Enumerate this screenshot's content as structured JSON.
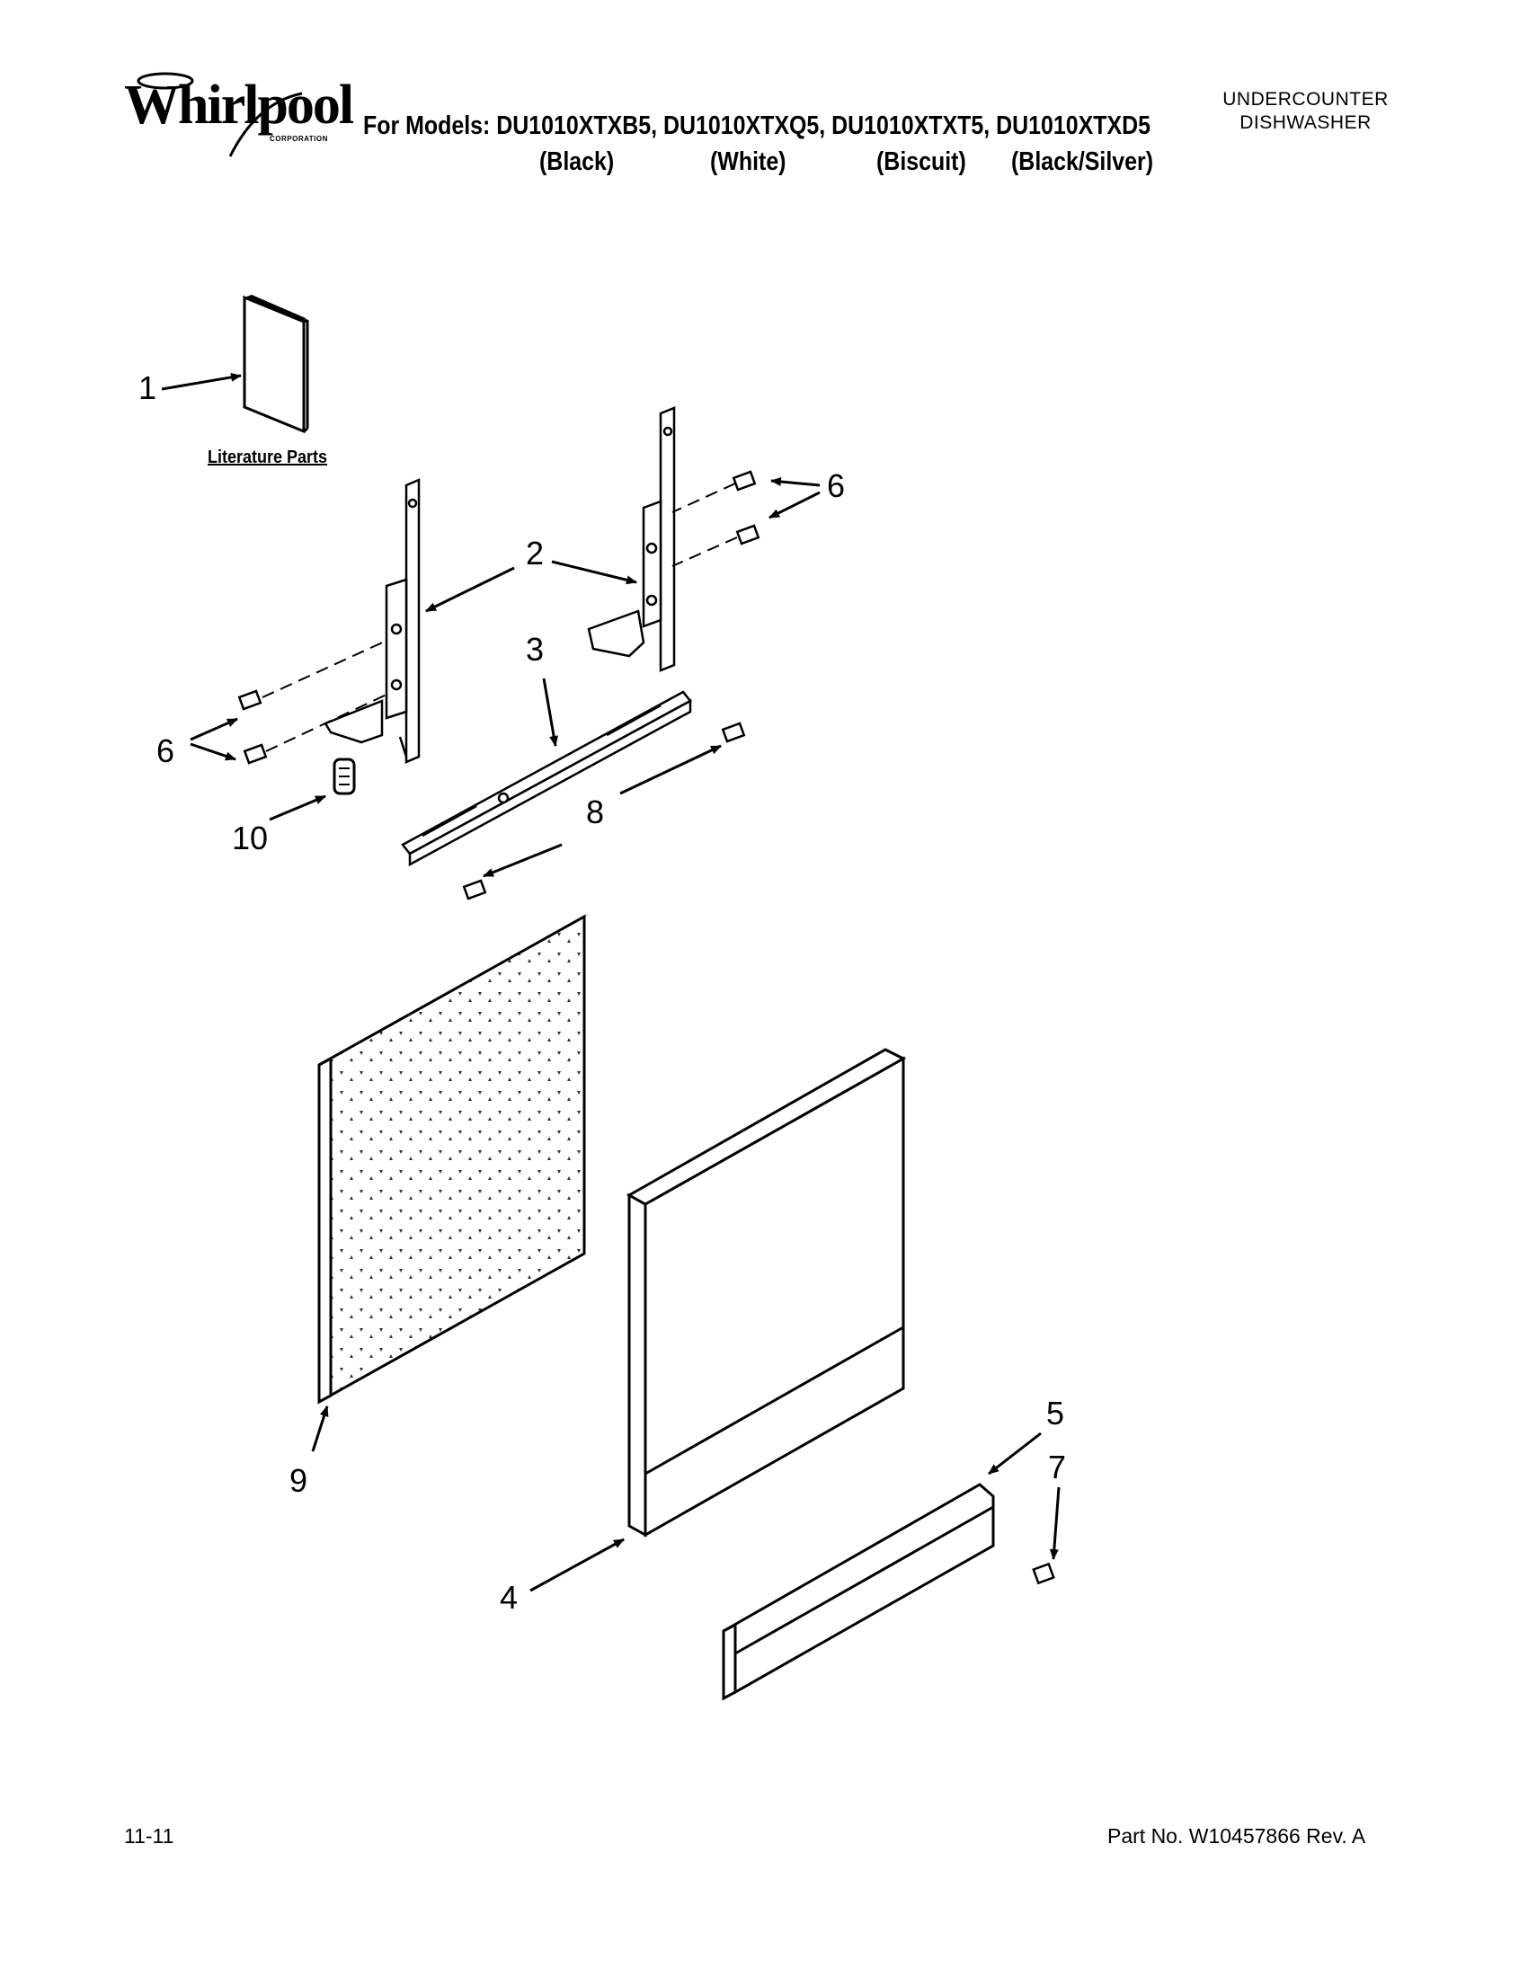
{
  "header": {
    "brand": "Whirlpool",
    "brand_sub": "CORPORATION",
    "models_line": "For Models: DU1010XTXB5, DU1010XTXQ5, DU1010XTXT5, DU1010XTXD5",
    "colors": [
      "(Black)",
      "(White)",
      "(Biscuit)",
      "(Black/Silver)"
    ],
    "product_type": [
      "UNDERCOUNTER",
      "DISHWASHER"
    ]
  },
  "literature_label": "Literature Parts",
  "callouts": [
    "1",
    "2",
    "3",
    "6",
    "6",
    "8",
    "10",
    "9",
    "5",
    "7",
    "4"
  ],
  "footer": {
    "date_code": "11-11",
    "part_number": "Part No. W10457866 Rev. A"
  }
}
